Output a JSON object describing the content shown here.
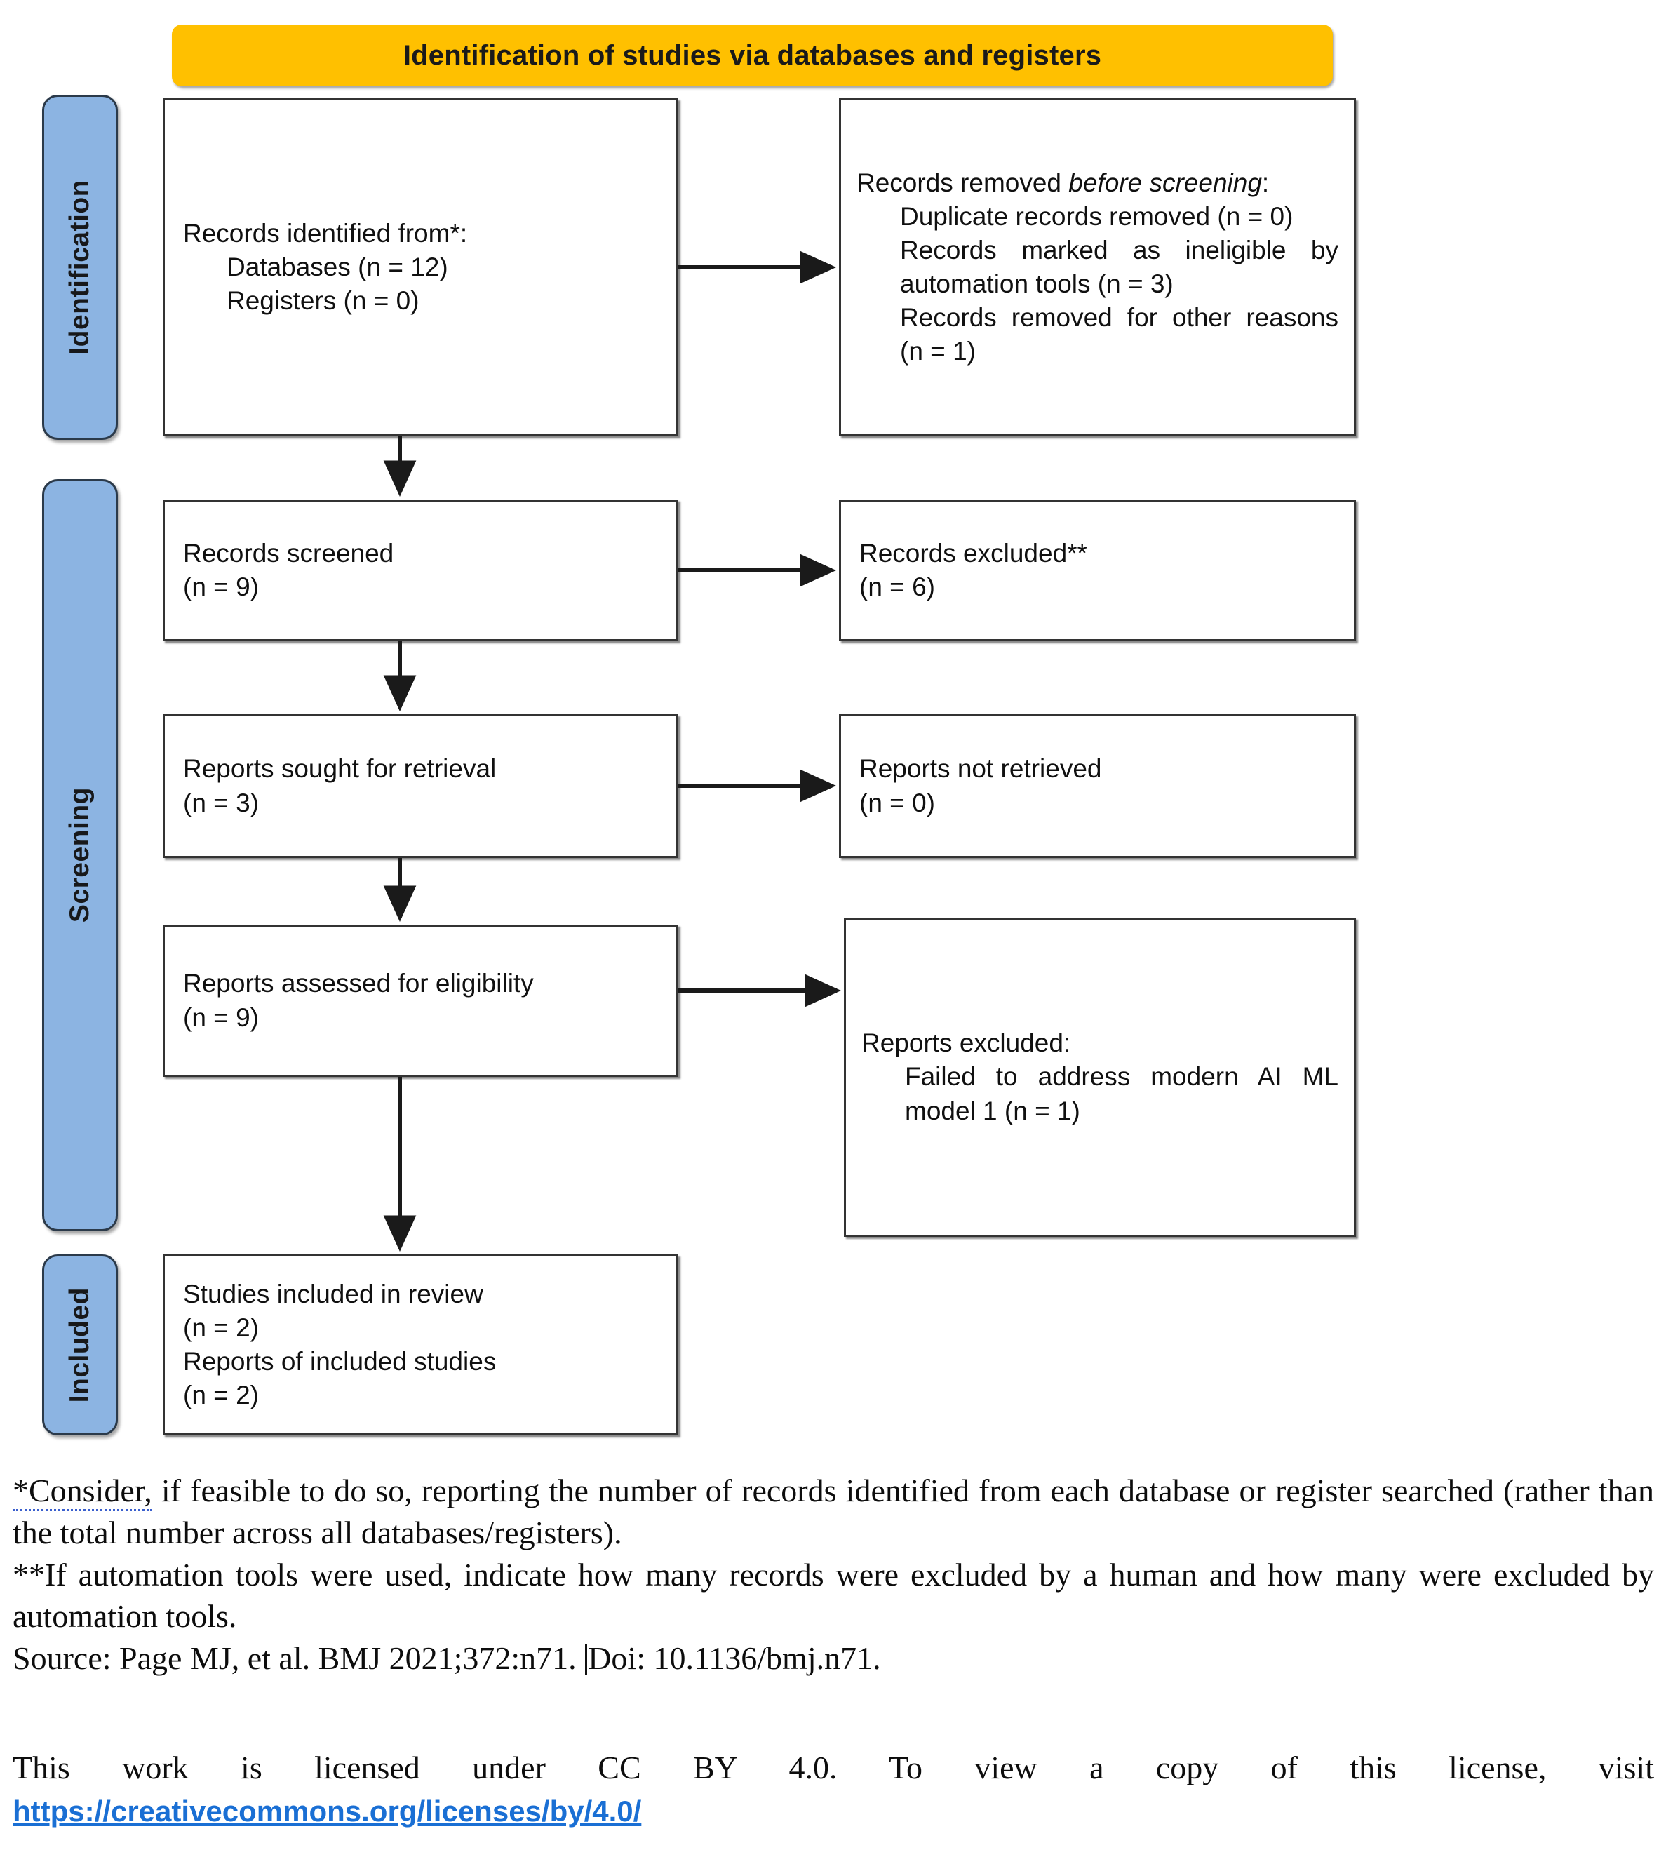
{
  "banner": {
    "title": "Identification of studies via databases and registers"
  },
  "phases": [
    {
      "key": "identification",
      "label": "Identification"
    },
    {
      "key": "screening",
      "label": "Screening"
    },
    {
      "key": "included",
      "label": "Included"
    }
  ],
  "boxes": {
    "identified": {
      "line1": "Records identified from*:",
      "line2": "Databases (n = 12)",
      "line3": "Registers (n = 0)"
    },
    "removed_before_screening": {
      "head_a": "Records removed ",
      "head_b": "before screening",
      "head_c": ":",
      "item1": "Duplicate records removed (n = 0)",
      "item2": "Records marked as ineligible by automation tools (n = 3)",
      "item3": "Records removed for other reasons (n = 1)"
    },
    "records_screened": {
      "line1": "Records screened",
      "line2": "(n = 9)"
    },
    "records_excluded": {
      "line1": "Records excluded**",
      "line2": "(n = 6)"
    },
    "reports_sought": {
      "line1": "Reports sought for retrieval",
      "line2": "(n = 3)"
    },
    "reports_not_retrieved": {
      "line1": "Reports not retrieved",
      "line2": "(n = 0)"
    },
    "reports_assessed": {
      "line1": "Reports assessed for eligibility",
      "line2": "(n = 9)"
    },
    "reports_excluded": {
      "line1": "Reports excluded:",
      "item1": "Failed to address modern AI ML model 1 (n = 1)"
    },
    "studies_included": {
      "line1": "Studies included in review",
      "line2": "(n = 2)",
      "line3": "Reports of included studies",
      "line4": "(n = 2)"
    }
  },
  "notes": {
    "note1_a": "*Consider,",
    "note1_b": " if feasible to do so, reporting the number of records identified from each database or register searched (rather than the total number across all databases/registers).",
    "note2": "**If automation tools were used, indicate how many records were excluded by a human and how many were excluded by automation tools.",
    "source_a": "Source: Page MJ, et al. BMJ 2021;372:n71. ",
    "source_b": "Doi: 10.1136/bmj.n71."
  },
  "license": {
    "text": "This work is licensed under CC BY 4.0. To view a copy of this license, visit",
    "url": "https://creativecommons.org/licenses/by/4.0/"
  },
  "colors": {
    "banner_orange": "#FFC000",
    "phase_blue": "#8CB4E2",
    "link_blue": "#1a6fd4",
    "box_border": "#333333"
  }
}
